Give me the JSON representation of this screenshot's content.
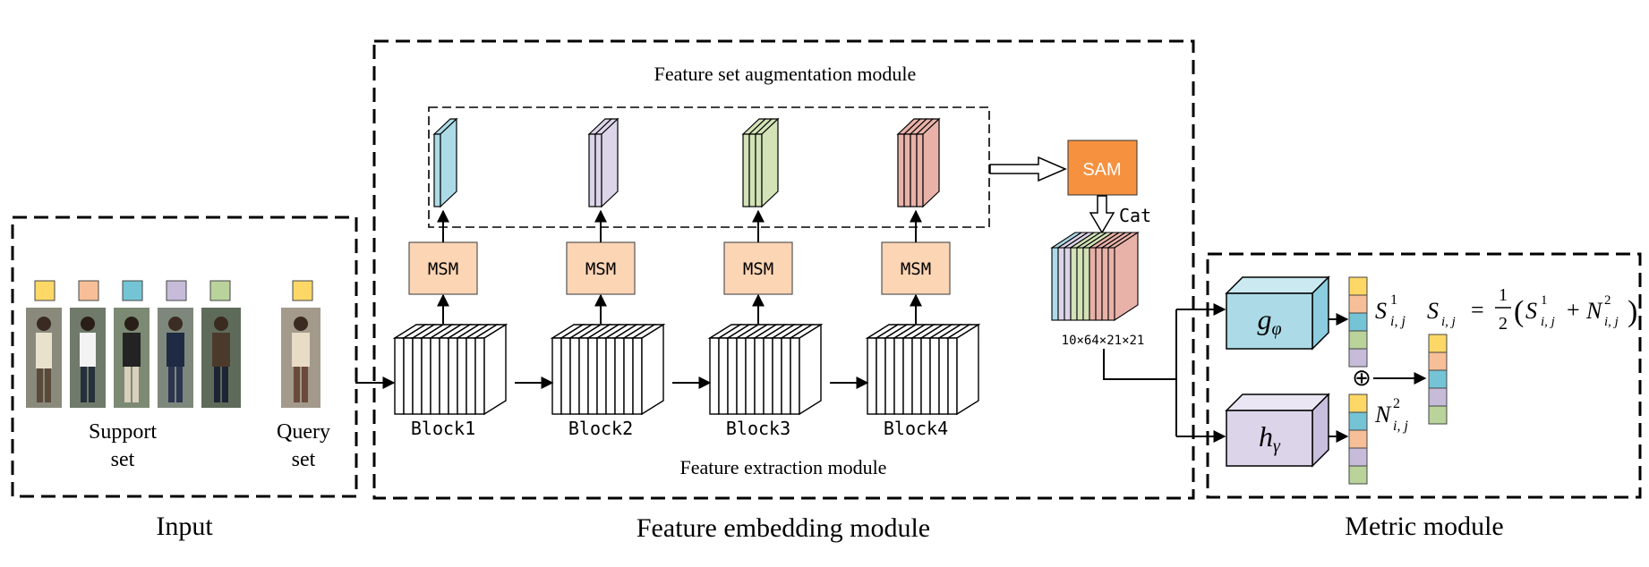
{
  "colors": {
    "yellow": "#fdd867",
    "peach": "#f7bf97",
    "blue": "#74c4d6",
    "lavender": "#c6bcd9",
    "green": "#b9d39b",
    "lightblue_fm": "#acdbe7",
    "lightlav_fm": "#dcd4e9",
    "lightgreen_fm": "#d3e2b7",
    "pink_fm": "#e8b2a9",
    "msm_fill": "#fcd5b5",
    "sam_fill": "#f6913f",
    "g_fill": "#acdbe7",
    "h_fill": "#dcd4e9"
  },
  "input": {
    "title": "Input",
    "support_label_line1": "Support",
    "support_label_line2": "set",
    "query_label_line1": "Query",
    "query_label_line2": "set"
  },
  "embedding": {
    "title": "Feature embedding module",
    "augmentation_label": "Feature set augmentation module",
    "extraction_label": "Feature extraction module",
    "msm_label": "MSM",
    "sam_label": "SAM",
    "cat_label": "Cat",
    "blocks": [
      "Block1",
      "Block2",
      "Block3",
      "Block4"
    ],
    "dims_label": "10×64×21×21"
  },
  "metric": {
    "title": "Metric module",
    "g_main": "g",
    "g_sub": "φ",
    "h_main": "h",
    "h_sub": "γ",
    "s_main": "S",
    "s_sup": "1",
    "s_sub": "i, j",
    "n_main": "N",
    "n_sup": "2",
    "n_sub": "i, j",
    "oplus": "⊕",
    "formula_lhs": "S",
    "formula_lhs_sub": "i, j",
    "formula_eq": "=",
    "frac_num": "1",
    "frac_den": "2",
    "paren_open": "(",
    "paren_close": ")",
    "plus": "+"
  }
}
